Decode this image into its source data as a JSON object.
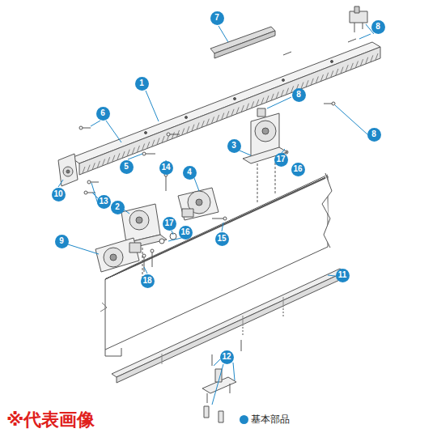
{
  "diagram": {
    "nodes": [
      {
        "text": [
          "7"
        ]
      },
      {
        "text": [
          "8"
        ]
      },
      {
        "text": [
          "1"
        ]
      },
      {
        "text": [
          "8"
        ]
      },
      {
        "text": [
          "6"
        ]
      },
      {
        "text": [
          "8"
        ]
      },
      {
        "text": [
          "3"
        ]
      },
      {
        "text": [
          "17"
        ]
      },
      {
        "text": [
          "5"
        ]
      },
      {
        "text": [
          "14"
        ]
      },
      {
        "text": [
          "16"
        ]
      },
      {
        "text": [
          "4"
        ]
      },
      {
        "text": [
          "10"
        ]
      },
      {
        "text": [
          "13"
        ]
      },
      {
        "text": [
          "2"
        ]
      },
      {
        "text": [
          "17"
        ]
      },
      {
        "text": [
          "16"
        ]
      },
      {
        "text": [
          "15"
        ]
      },
      {
        "text": [
          "9"
        ]
      },
      {
        "text": [
          "11"
        ]
      },
      {
        "text": [
          "18"
        ]
      },
      {
        "text": [
          "12"
        ]
      }
    ],
    "labels": [
      "※代表画像"
    ],
    "legend": [
      {
        "text": "基本部品",
        "color": "#1e88c8"
      }
    ]
  }
}
